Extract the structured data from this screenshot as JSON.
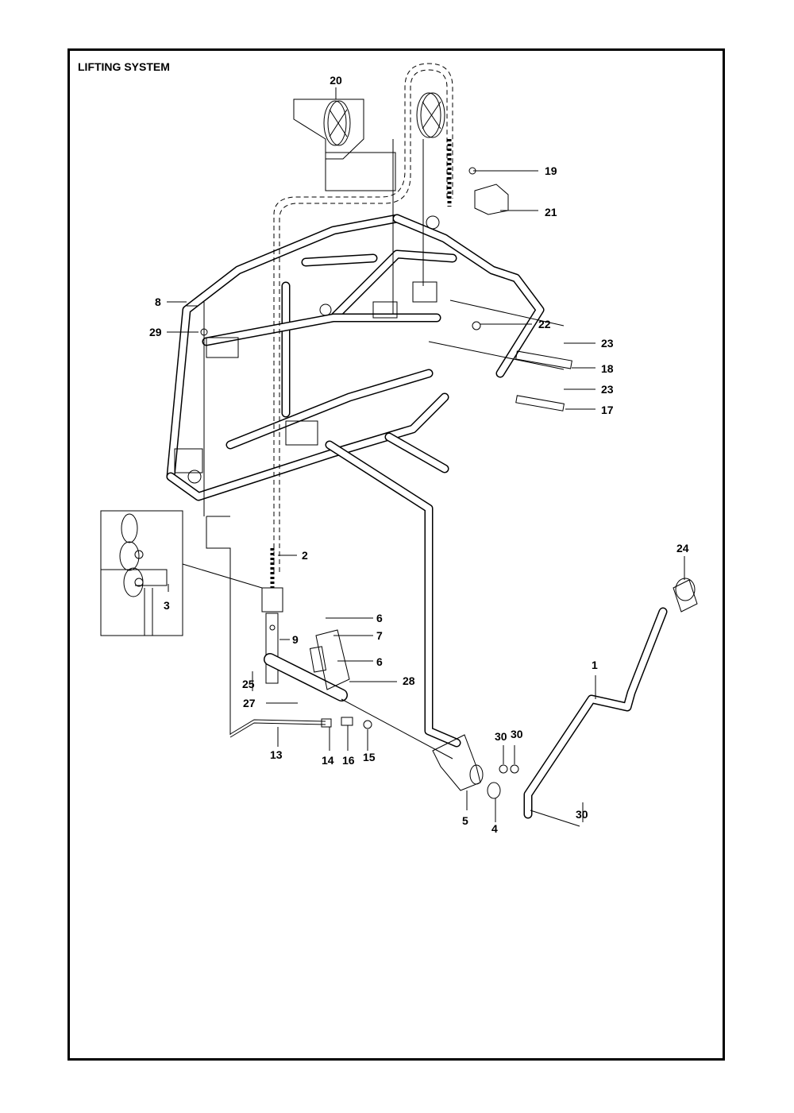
{
  "title": "LIFTING SYSTEM",
  "callouts": [
    "1",
    "2",
    "3",
    "4",
    "5",
    "6",
    "6",
    "7",
    "8",
    "9",
    "13",
    "14",
    "15",
    "16",
    "17",
    "18",
    "19",
    "20",
    "21",
    "22",
    "23",
    "23",
    "24",
    "25",
    "27",
    "28",
    "29",
    "30",
    "30",
    "30"
  ]
}
